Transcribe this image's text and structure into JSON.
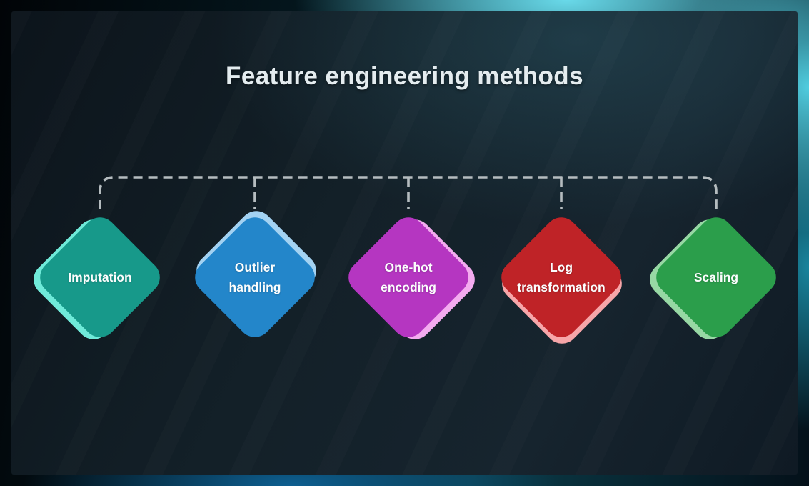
{
  "title": "Feature engineering methods",
  "connector": {
    "color": "#b5bcbf",
    "style": "dashed"
  },
  "items": [
    {
      "label": "Imputation",
      "color": "#17998a",
      "accent": "#70ead9",
      "accent_side": "left"
    },
    {
      "label": "Outlier\nhandling",
      "color": "#2386ca",
      "accent": "#a3d2f2",
      "accent_side": "top"
    },
    {
      "label": "One-hot\nencoding",
      "color": "#b536c1",
      "accent": "#f3abef",
      "accent_side": "right"
    },
    {
      "label": "Log\ntransformation",
      "color": "#bf2327",
      "accent": "#f7a6a9",
      "accent_side": "bottom"
    },
    {
      "label": "Scaling",
      "color": "#2b9e4b",
      "accent": "#97d8a4",
      "accent_side": "left"
    }
  ]
}
